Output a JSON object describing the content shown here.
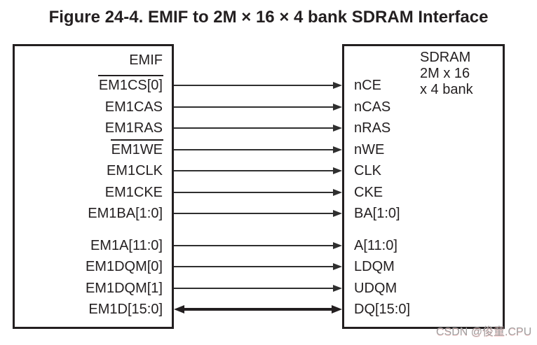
{
  "figure": {
    "title": "Figure 24-4. EMIF to 2M × 16 × 4 bank SDRAM Interface"
  },
  "emif": {
    "name": "EMIF"
  },
  "sdram": {
    "name": "SDRAM",
    "size": "2M x 16",
    "banks": "x 4 bank"
  },
  "signals": [
    {
      "emif_pin": "EM1CS[0]",
      "sdram_pin": "nCE",
      "overline": true,
      "direction": "to-sdram",
      "group": 1
    },
    {
      "emif_pin": "EM1CAS",
      "sdram_pin": "nCAS",
      "overline": false,
      "direction": "to-sdram",
      "group": 1
    },
    {
      "emif_pin": "EM1RAS",
      "sdram_pin": "nRAS",
      "overline": false,
      "direction": "to-sdram",
      "group": 1
    },
    {
      "emif_pin": "EM1WE",
      "sdram_pin": "nWE",
      "overline": true,
      "direction": "to-sdram",
      "group": 1
    },
    {
      "emif_pin": "EM1CLK",
      "sdram_pin": "CLK",
      "overline": false,
      "direction": "to-sdram",
      "group": 1
    },
    {
      "emif_pin": "EM1CKE",
      "sdram_pin": "CKE",
      "overline": false,
      "direction": "to-sdram",
      "group": 1
    },
    {
      "emif_pin": "EM1BA[1:0]",
      "sdram_pin": "BA[1:0]",
      "overline": false,
      "direction": "to-sdram",
      "group": 1
    },
    {
      "emif_pin": "EM1A[11:0]",
      "sdram_pin": "A[11:0]",
      "overline": false,
      "direction": "to-sdram",
      "group": 2
    },
    {
      "emif_pin": "EM1DQM[0]",
      "sdram_pin": "LDQM",
      "overline": false,
      "direction": "to-sdram",
      "group": 2
    },
    {
      "emif_pin": "EM1DQM[1]",
      "sdram_pin": "UDQM",
      "overline": false,
      "direction": "to-sdram",
      "group": 2
    },
    {
      "emif_pin": "EM1D[15:0]",
      "sdram_pin": "DQ[15:0]",
      "overline": false,
      "direction": "bidirectional",
      "group": 2
    }
  ],
  "watermark": "CSDN @俊童.CPU",
  "colors": {
    "ink": "#231f20",
    "line": "#2f2f2f",
    "watermark": "#a0a0a0"
  }
}
